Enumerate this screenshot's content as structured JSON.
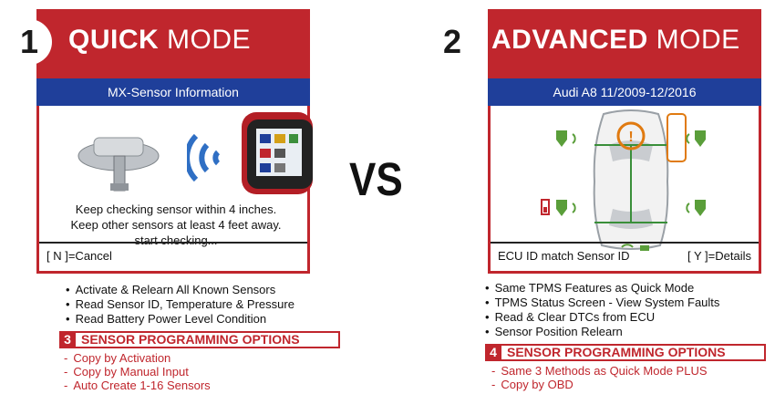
{
  "vs_text": "VS",
  "quick": {
    "number": "1",
    "title_bold": "QUICK",
    "title_rest": "MODE",
    "subtitle": "MX-Sensor Information",
    "message": [
      "Keep checking sensor within 4 inches.",
      "Keep other sensors at least 4 feet away.",
      "start checking..."
    ],
    "footer_left": "[ N ]=Cancel",
    "features": [
      "Activate & Relearn All Known Sensors",
      "Read Sensor ID, Temperature & Pressure",
      "Read Battery Power Level Condition"
    ],
    "options_number": "3",
    "options_title": "SENSOR PROGRAMMING OPTIONS",
    "options": [
      "Copy by Activation",
      "Copy by Manual Input",
      "Auto Create 1-16 Sensors"
    ]
  },
  "advanced": {
    "number": "2",
    "title_bold": "ADVANCED",
    "title_rest": "MODE",
    "subtitle": "Audi A8 11/2009-12/2016",
    "footer_left": "ECU ID match Sensor ID",
    "footer_right": "[ Y ]=Details",
    "features": [
      "Same TPMS Features as Quick Mode",
      "TPMS Status Screen - View System Faults",
      "Read & Clear DTCs from ECU",
      "Sensor Position Relearn"
    ],
    "options_number": "4",
    "options_title": "SENSOR PROGRAMMING OPTIONS",
    "options": [
      "Same 3 Methods as Quick Mode PLUS",
      "Copy by OBD"
    ]
  },
  "colors": {
    "accent_red": "#c0262d",
    "header_blue": "#1f3f9a",
    "sensor_green": "#5a9e3a"
  }
}
